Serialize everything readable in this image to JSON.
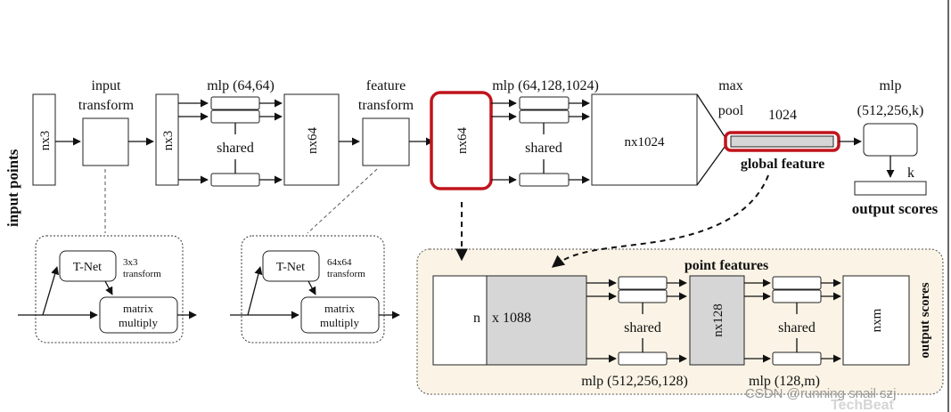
{
  "top": {
    "input_points": "input points",
    "nx3_a": "nx3",
    "input_transform": [
      "input",
      "transform"
    ],
    "nx3_b": "nx3",
    "mlp1": "mlp (64,64)",
    "shared1": "shared",
    "nx64_a": "nx64",
    "feature_transform": [
      "feature",
      "transform"
    ],
    "nx64_b": "nx64",
    "mlp2": "mlp (64,128,1024)",
    "shared2": "shared",
    "nx1024": "nx1024",
    "max_pool": [
      "max",
      "pool"
    ],
    "dim_1024": "1024",
    "global_feature": "global feature",
    "mlp3": [
      "mlp",
      "(512,256,k)"
    ],
    "k": "k",
    "output_scores": "output scores"
  },
  "tnet_left": {
    "tnet": "T-Net",
    "transform": [
      "3x3",
      "transform"
    ],
    "matrix": [
      "matrix",
      "multiply"
    ]
  },
  "tnet_right": {
    "tnet": "T-Net",
    "transform": [
      "64x64",
      "transform"
    ],
    "matrix": [
      "matrix",
      "multiply"
    ]
  },
  "seg": {
    "point_features": "point features",
    "n": "n",
    "x1088": "x 1088",
    "shared_a": "shared",
    "nx128": "nx128",
    "shared_b": "shared",
    "nxm": "nxm",
    "output_scores": "output scores",
    "mlp_a": "mlp (512,256,128)",
    "mlp_b": "mlp (128,m)"
  },
  "watermark": {
    "csdn": "CSDN @running snail szj",
    "techbeat": "TechBeat"
  },
  "colors": {
    "highlight": "#c0141c",
    "seg_panel": "#fbf4e6",
    "seg_border": "#555555",
    "gray_fill": "#d6d6d6"
  }
}
